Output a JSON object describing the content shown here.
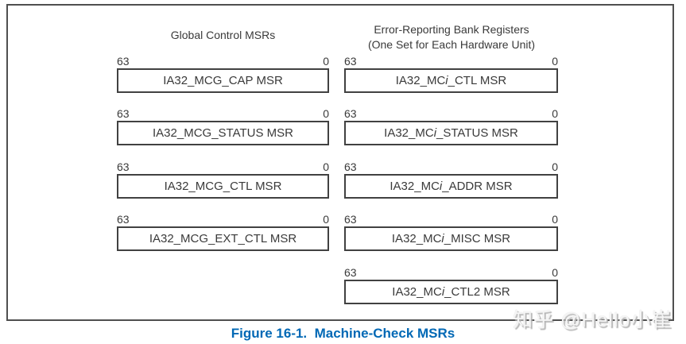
{
  "figure": {
    "caption": "Figure 16-1.  Machine-Check MSRs",
    "caption_color": "#0068B5",
    "bit_high": "63",
    "bit_low": "0"
  },
  "watermark": {
    "text": "知乎 @Hello小崔"
  },
  "columns": [
    {
      "header_lines": [
        "Global Control MSRs"
      ],
      "registers": [
        {
          "prefix": "IA32_MCG_CAP MSR",
          "italic": "",
          "suffix": "",
          "bit_high": "63",
          "bit_low": "0"
        },
        {
          "prefix": "IA32_MCG_STATUS MSR",
          "italic": "",
          "suffix": "",
          "bit_high": "63",
          "bit_low": "0"
        },
        {
          "prefix": "IA32_MCG_CTL MSR",
          "italic": "",
          "suffix": "",
          "bit_high": "63",
          "bit_low": "0"
        },
        {
          "prefix": "IA32_MCG_EXT_CTL MSR",
          "italic": "",
          "suffix": "",
          "bit_high": "63",
          "bit_low": "0"
        }
      ]
    },
    {
      "header_lines": [
        "Error-Reporting Bank Registers",
        "(One Set for Each Hardware Unit)"
      ],
      "registers": [
        {
          "prefix": "IA32_MC",
          "italic": "i",
          "suffix": "_CTL MSR",
          "bit_high": "63",
          "bit_low": "0"
        },
        {
          "prefix": "IA32_MC",
          "italic": "i",
          "suffix": "_STATUS MSR",
          "bit_high": "63",
          "bit_low": "0"
        },
        {
          "prefix": "IA32_MC",
          "italic": "i",
          "suffix": "_ADDR MSR",
          "bit_high": "63",
          "bit_low": "0"
        },
        {
          "prefix": "IA32_MC",
          "italic": "i",
          "suffix": "_MISC MSR",
          "bit_high": "63",
          "bit_low": "0"
        },
        {
          "prefix": "IA32_MC",
          "italic": "i",
          "suffix": "_CTL2 MSR",
          "bit_high": "63",
          "bit_low": "0"
        }
      ]
    }
  ]
}
